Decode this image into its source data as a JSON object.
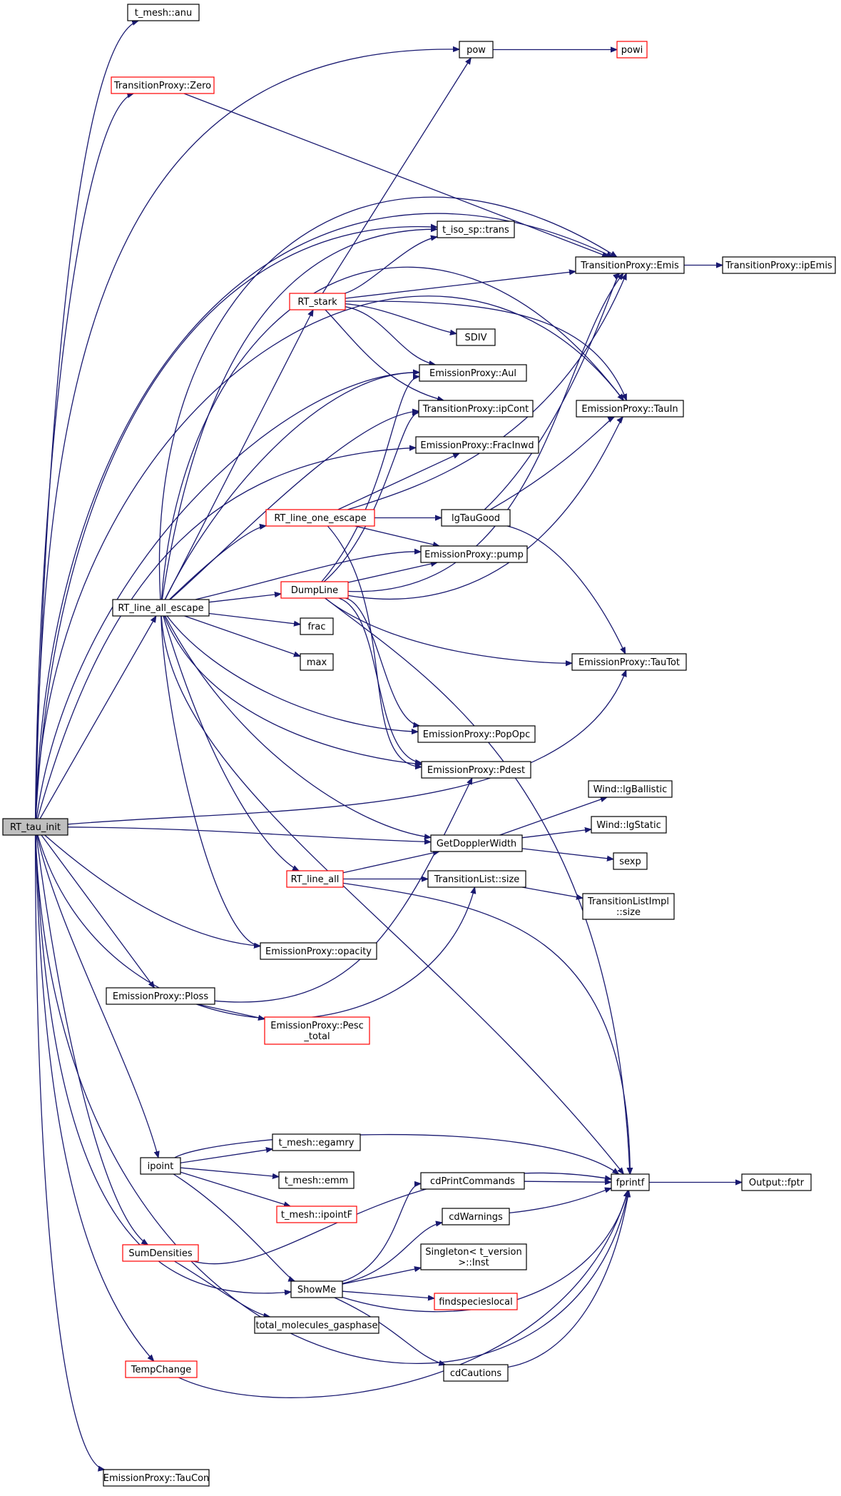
{
  "colors": {
    "edge": "#191970",
    "normal_border": "#000000",
    "incomplete_border": "#ff0000",
    "root_fill": "#bfbfbf",
    "node_fill": "#ffffff"
  },
  "nodes": [
    {
      "id": "root",
      "label": [
        "RT_tau_init"
      ],
      "style": "root"
    },
    {
      "id": "anu",
      "label": [
        "t_mesh::anu"
      ],
      "style": "normal"
    },
    {
      "id": "zero",
      "label": [
        "TransitionProxy::Zero"
      ],
      "style": "red"
    },
    {
      "id": "pow",
      "label": [
        "pow"
      ],
      "style": "normal"
    },
    {
      "id": "powi",
      "label": [
        "powi"
      ],
      "style": "red"
    },
    {
      "id": "trans",
      "label": [
        "t_iso_sp::trans"
      ],
      "style": "normal"
    },
    {
      "id": "emis",
      "label": [
        "TransitionProxy::Emis"
      ],
      "style": "normal"
    },
    {
      "id": "ipemis",
      "label": [
        "TransitionProxy::ipEmis"
      ],
      "style": "normal"
    },
    {
      "id": "stark",
      "label": [
        "RT_stark"
      ],
      "style": "red"
    },
    {
      "id": "sdiv",
      "label": [
        "SDIV"
      ],
      "style": "normal"
    },
    {
      "id": "aul",
      "label": [
        "EmissionProxy::Aul"
      ],
      "style": "normal"
    },
    {
      "id": "ipcont",
      "label": [
        "TransitionProxy::ipCont"
      ],
      "style": "normal"
    },
    {
      "id": "tauin",
      "label": [
        "EmissionProxy::TauIn"
      ],
      "style": "normal"
    },
    {
      "id": "fracinwd",
      "label": [
        "EmissionProxy::FracInwd"
      ],
      "style": "normal"
    },
    {
      "id": "oneesc",
      "label": [
        "RT_line_one_escape"
      ],
      "style": "red"
    },
    {
      "id": "lgtau",
      "label": [
        "lgTauGood"
      ],
      "style": "normal"
    },
    {
      "id": "pump",
      "label": [
        "EmissionProxy::pump"
      ],
      "style": "normal"
    },
    {
      "id": "allesc",
      "label": [
        "RT_line_all_escape"
      ],
      "style": "normal"
    },
    {
      "id": "dumpline",
      "label": [
        "DumpLine"
      ],
      "style": "red"
    },
    {
      "id": "frac",
      "label": [
        "frac"
      ],
      "style": "normal"
    },
    {
      "id": "max",
      "label": [
        "max"
      ],
      "style": "normal"
    },
    {
      "id": "tautot",
      "label": [
        "EmissionProxy::TauTot"
      ],
      "style": "normal"
    },
    {
      "id": "popopc",
      "label": [
        "EmissionProxy::PopOpc"
      ],
      "style": "normal"
    },
    {
      "id": "pdest",
      "label": [
        "EmissionProxy::Pdest"
      ],
      "style": "normal"
    },
    {
      "id": "ballistic",
      "label": [
        "Wind::lgBallistic"
      ],
      "style": "normal"
    },
    {
      "id": "static",
      "label": [
        "Wind::lgStatic"
      ],
      "style": "normal"
    },
    {
      "id": "doppler",
      "label": [
        "GetDopplerWidth"
      ],
      "style": "normal"
    },
    {
      "id": "sexp",
      "label": [
        "sexp"
      ],
      "style": "normal"
    },
    {
      "id": "lineall",
      "label": [
        "RT_line_all"
      ],
      "style": "red"
    },
    {
      "id": "tlsize",
      "label": [
        "TransitionList::size"
      ],
      "style": "normal"
    },
    {
      "id": "tlimpl",
      "label": [
        "TransitionListImpl",
        "::size"
      ],
      "style": "normal"
    },
    {
      "id": "opacity",
      "label": [
        "EmissionProxy::opacity"
      ],
      "style": "normal"
    },
    {
      "id": "ploss",
      "label": [
        "EmissionProxy::Ploss"
      ],
      "style": "normal"
    },
    {
      "id": "pesc",
      "label": [
        "EmissionProxy::Pesc",
        "_total"
      ],
      "style": "red"
    },
    {
      "id": "ipoint",
      "label": [
        "ipoint"
      ],
      "style": "normal"
    },
    {
      "id": "egamry",
      "label": [
        "t_mesh::egamry"
      ],
      "style": "normal"
    },
    {
      "id": "emm",
      "label": [
        "t_mesh::emm"
      ],
      "style": "normal"
    },
    {
      "id": "ipointf",
      "label": [
        "t_mesh::ipointF"
      ],
      "style": "red"
    },
    {
      "id": "fprintf",
      "label": [
        "fprintf"
      ],
      "style": "normal"
    },
    {
      "id": "fptr",
      "label": [
        "Output::fptr"
      ],
      "style": "normal"
    },
    {
      "id": "cdprint",
      "label": [
        "cdPrintCommands"
      ],
      "style": "normal"
    },
    {
      "id": "cdwarn",
      "label": [
        "cdWarnings"
      ],
      "style": "normal"
    },
    {
      "id": "singleton",
      "label": [
        "Singleton< t_version",
        ">::Inst"
      ],
      "style": "normal"
    },
    {
      "id": "sumdens",
      "label": [
        "SumDensities"
      ],
      "style": "red"
    },
    {
      "id": "showme",
      "label": [
        "ShowMe"
      ],
      "style": "normal"
    },
    {
      "id": "findsp",
      "label": [
        "findspecieslocal"
      ],
      "style": "red"
    },
    {
      "id": "totmol",
      "label": [
        "total_molecules_gasphase"
      ],
      "style": "normal"
    },
    {
      "id": "cdcaut",
      "label": [
        "cdCautions"
      ],
      "style": "normal"
    },
    {
      "id": "tempchange",
      "label": [
        "TempChange"
      ],
      "style": "red"
    },
    {
      "id": "taucon",
      "label": [
        "EmissionProxy::TauCon"
      ],
      "style": "normal"
    }
  ],
  "edges": [
    [
      "root",
      "anu"
    ],
    [
      "root",
      "zero"
    ],
    [
      "root",
      "pow"
    ],
    [
      "root",
      "emis"
    ],
    [
      "root",
      "trans"
    ],
    [
      "root",
      "tauin"
    ],
    [
      "root",
      "aul"
    ],
    [
      "root",
      "fracinwd"
    ],
    [
      "root",
      "allesc"
    ],
    [
      "root",
      "tautot"
    ],
    [
      "root",
      "doppler"
    ],
    [
      "root",
      "opacity"
    ],
    [
      "root",
      "ploss"
    ],
    [
      "root",
      "tlsize"
    ],
    [
      "root",
      "ipoint"
    ],
    [
      "root",
      "sumdens"
    ],
    [
      "root",
      "showme"
    ],
    [
      "root",
      "tempchange"
    ],
    [
      "root",
      "fprintf"
    ],
    [
      "root",
      "taucon"
    ],
    [
      "pow",
      "powi"
    ],
    [
      "zero",
      "emis"
    ],
    [
      "emis",
      "ipemis"
    ],
    [
      "allesc",
      "trans"
    ],
    [
      "allesc",
      "emis"
    ],
    [
      "allesc",
      "tauin"
    ],
    [
      "allesc",
      "stark"
    ],
    [
      "allesc",
      "aul"
    ],
    [
      "allesc",
      "ipcont"
    ],
    [
      "allesc",
      "oneesc"
    ],
    [
      "allesc",
      "pump"
    ],
    [
      "allesc",
      "dumpline"
    ],
    [
      "allesc",
      "frac"
    ],
    [
      "allesc",
      "max"
    ],
    [
      "allesc",
      "popopc"
    ],
    [
      "allesc",
      "pdest"
    ],
    [
      "allesc",
      "doppler"
    ],
    [
      "allesc",
      "lineall"
    ],
    [
      "allesc",
      "opacity"
    ],
    [
      "allesc",
      "fprintf"
    ],
    [
      "stark",
      "pow"
    ],
    [
      "stark",
      "trans"
    ],
    [
      "stark",
      "emis"
    ],
    [
      "stark",
      "sdiv"
    ],
    [
      "stark",
      "aul"
    ],
    [
      "stark",
      "ipcont"
    ],
    [
      "stark",
      "tauin"
    ],
    [
      "oneesc",
      "emis"
    ],
    [
      "oneesc",
      "fracinwd"
    ],
    [
      "oneesc",
      "lgtau"
    ],
    [
      "oneesc",
      "pump"
    ],
    [
      "oneesc",
      "pdest"
    ],
    [
      "lgtau",
      "emis"
    ],
    [
      "lgtau",
      "tauin"
    ],
    [
      "lgtau",
      "tautot"
    ],
    [
      "dumpline",
      "aul"
    ],
    [
      "dumpline",
      "ipcont"
    ],
    [
      "dumpline",
      "pump"
    ],
    [
      "dumpline",
      "emis"
    ],
    [
      "dumpline",
      "tauin"
    ],
    [
      "dumpline",
      "tautot"
    ],
    [
      "dumpline",
      "popopc"
    ],
    [
      "dumpline",
      "pdest"
    ],
    [
      "dumpline",
      "fprintf"
    ],
    [
      "doppler",
      "ballistic"
    ],
    [
      "doppler",
      "static"
    ],
    [
      "doppler",
      "sexp"
    ],
    [
      "lineall",
      "doppler"
    ],
    [
      "lineall",
      "tlsize"
    ],
    [
      "lineall",
      "fprintf"
    ],
    [
      "tlsize",
      "tlimpl"
    ],
    [
      "ploss",
      "pdest"
    ],
    [
      "ploss",
      "pesc"
    ],
    [
      "ipoint",
      "fprintf"
    ],
    [
      "ipoint",
      "egamry"
    ],
    [
      "ipoint",
      "emm"
    ],
    [
      "ipoint",
      "ipointf"
    ],
    [
      "ipoint",
      "showme"
    ],
    [
      "sumdens",
      "fprintf"
    ],
    [
      "sumdens",
      "totmol"
    ],
    [
      "showme",
      "cdprint"
    ],
    [
      "showme",
      "cdwarn"
    ],
    [
      "showme",
      "singleton"
    ],
    [
      "showme",
      "findsp"
    ],
    [
      "showme",
      "cdcaut"
    ],
    [
      "showme",
      "fprintf"
    ],
    [
      "cdprint",
      "fprintf"
    ],
    [
      "cdwarn",
      "fprintf"
    ],
    [
      "cdcaut",
      "fprintf"
    ],
    [
      "tempchange",
      "fprintf"
    ],
    [
      "fprintf",
      "fptr"
    ]
  ]
}
